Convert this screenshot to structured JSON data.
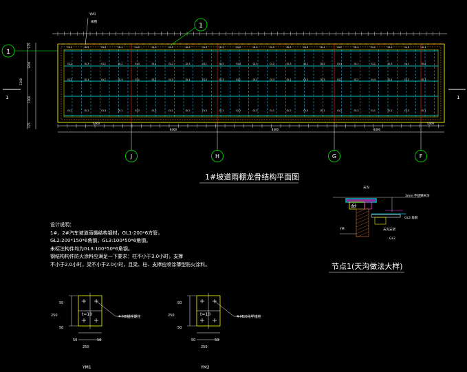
{
  "drawing_title": "1#坡道雨棚龙骨结构平面图",
  "node_title": "节点1(天沟做法大样)",
  "plan": {
    "callout_top": "1",
    "callout_left": "1",
    "section_left": "1",
    "section_right": "1",
    "top_label": "YM1",
    "top_label2": "采用",
    "axes": [
      "J",
      "H",
      "G",
      "F"
    ],
    "member_gl1": "GL1",
    "member_gl2": "GL2",
    "member_gl3": "GL3",
    "bottom_dims": [
      "5400",
      "8400",
      "8400",
      "8400",
      "5400"
    ],
    "left_dims": [
      "275",
      "1200",
      "1200",
      "1200",
      "275"
    ]
  },
  "notes": {
    "heading": "设计说明：",
    "lines": [
      "1#、2#汽车坡道雨棚结构钢材，GL1-200*6方管，",
      "GL2:200*150*6角钢，GL3:100*50*6角钢。",
      "未标注构件均为GL3:100*50*6角钢。",
      "钢结构构件防火涂料应满足一下要求：柱不小于3.0小时，支撑",
      "不小于2.0小时，梁不小于2.0小时，且梁、柱、支撑应喷涂薄型防火涂料。"
    ]
  },
  "node": {
    "label_drain": "天沟",
    "label_plate": "3mm 不锈钢天沟",
    "label_gl3": "GL3 角钢",
    "label_gl": "GL",
    "label_ym": "YM",
    "label_slab": "天沟支架",
    "label_gl2": "GL2"
  },
  "plate1": {
    "name": "YM1",
    "t_label": "t=10",
    "bolt_label": "4-M8锚栓螺栓",
    "dim_top": "50",
    "dim_mid": "250",
    "dim_bot": "50",
    "dim_b1": "50",
    "dim_b2": "50",
    "dim_width": "250"
  },
  "plate2": {
    "name": "YM2",
    "t_label": "t=10",
    "bolt_label": "4-M16化学锚栓",
    "dim_top": "50",
    "dim_mid": "250",
    "dim_bot": "50",
    "dim_b1": "50",
    "dim_b2": "50",
    "dim_width": "250"
  },
  "colors": {
    "background": "#000000",
    "frame_yellow": "#ffff00",
    "grid_cyan": "#00ffff",
    "dash_cyan": "#33ccff",
    "column_red": "#ff2020",
    "white": "#ffffff",
    "axis_green": "#00ff00",
    "node_cyan": "#00e5ff",
    "node_magenta": "#ff40ff",
    "node_brown": "#aa5a28"
  }
}
